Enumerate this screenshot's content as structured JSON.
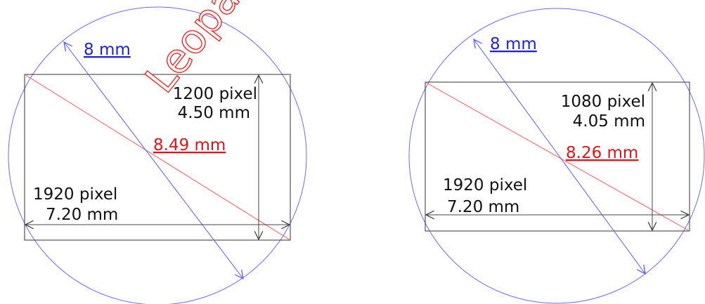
{
  "watermark": "Leopa",
  "diagrams": [
    {
      "diameter_label": "8 mm",
      "height_pixels": "1200 pixel",
      "height_mm": "4.50 mm",
      "diagonal_label": "8.49 mm",
      "width_pixels": "1920 pixel",
      "width_mm": "7.20 mm"
    },
    {
      "diameter_label": "8 mm",
      "height_pixels": "1080 pixel",
      "height_mm": "4.05 mm",
      "diagonal_label": "8.26 mm",
      "width_pixels": "1920 pixel",
      "width_mm": "7.20 mm"
    }
  ],
  "colors": {
    "circle": "#6b6bff",
    "diameter": "#5a5aff",
    "diagonal": "#ff5a5a",
    "rect": "#333333",
    "dimension": "#444444"
  }
}
